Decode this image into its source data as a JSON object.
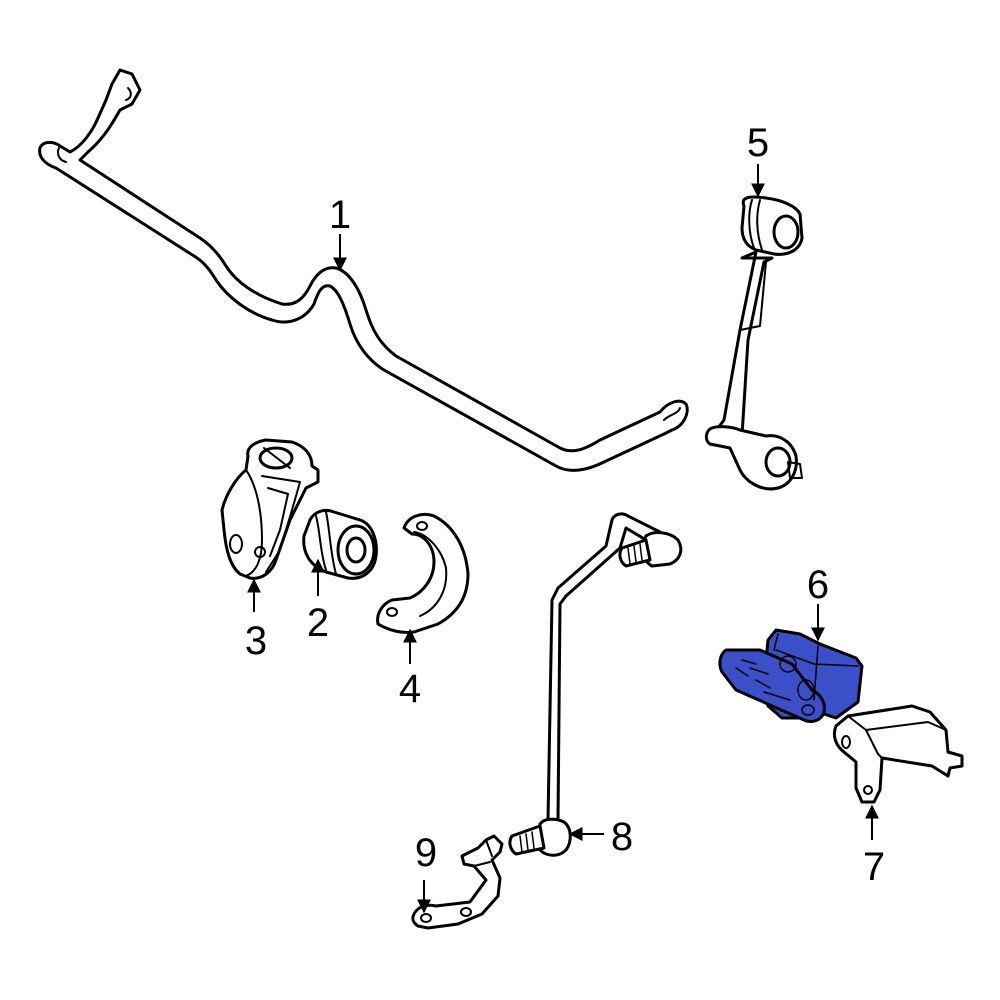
{
  "colors": {
    "line": "#000000",
    "background": "#ffffff",
    "highlight": "#3b4fc8"
  },
  "callouts": {
    "c1": "1",
    "c2": "2",
    "c3": "3",
    "c4": "4",
    "c5": "5",
    "c6": "6",
    "c7": "7",
    "c8": "8",
    "c9": "9"
  }
}
